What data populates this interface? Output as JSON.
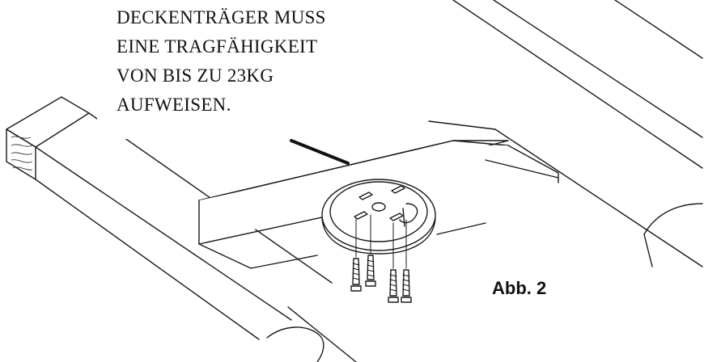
{
  "note": {
    "lines": [
      "DECKENTRÄGER MUSS",
      "EINE TRAGFÄHIGKEIT",
      "VON BIS ZU 23KG",
      "AUFWEISEN."
    ]
  },
  "figure": {
    "label": "Abb. 2"
  },
  "parts": {
    "mounting_plate": "ceiling-mounting-plate",
    "screws": 4,
    "beams": [
      "left-beam",
      "cross-joist",
      "right-beam"
    ]
  }
}
